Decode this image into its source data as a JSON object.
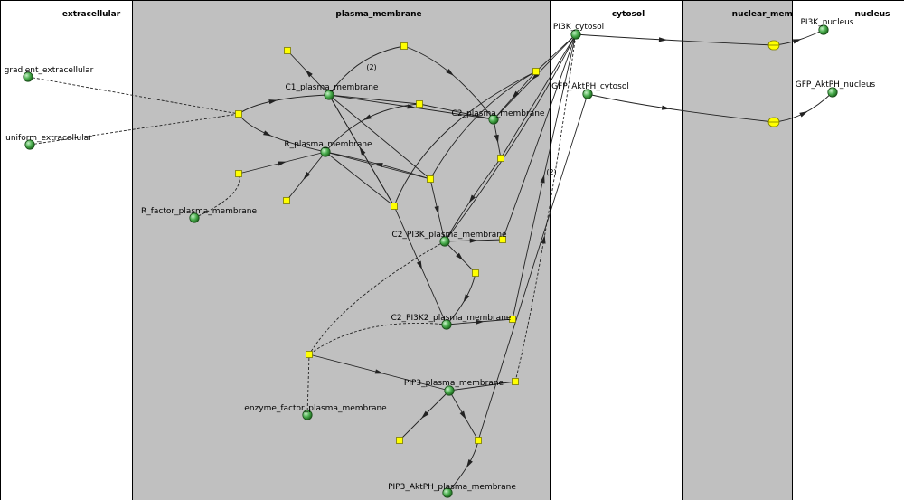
{
  "diagram": {
    "compartments": [
      {
        "id": "extracellular",
        "label": "extracellular",
        "fill": "#ffffff"
      },
      {
        "id": "plasma_membrane",
        "label": "plasma_membrane",
        "fill": "#c0c0c0"
      },
      {
        "id": "cytosol",
        "label": "cytosol",
        "fill": "#ffffff"
      },
      {
        "id": "nuclear_membrane",
        "label": "nuclear_membrane",
        "fill": "#c0c0c0"
      },
      {
        "id": "nucleus",
        "label": "nucleus",
        "fill": "#ffffff"
      }
    ],
    "species": [
      {
        "id": "gradient",
        "label": "gradient_extracellular"
      },
      {
        "id": "uniform",
        "label": "uniform_extracellular"
      },
      {
        "id": "C1",
        "label": "C1_plasma_membrane"
      },
      {
        "id": "C2",
        "label": "C2_plasma_membrane"
      },
      {
        "id": "R",
        "label": "R_plasma_membrane"
      },
      {
        "id": "Rfactor",
        "label": "R_factor_plasma_membrane"
      },
      {
        "id": "C2PI3K",
        "label": "C2_PI3K_plasma_membrane"
      },
      {
        "id": "C2PI3K2",
        "label": "C2_PI3K2_plasma_membrane"
      },
      {
        "id": "PIP3",
        "label": "PIP3_plasma_membrane"
      },
      {
        "id": "enzyme",
        "label": "enzyme_factor_plasma_membrane"
      },
      {
        "id": "PIP3AktPH",
        "label": "PIP3_AktPH_plasma_membrane"
      },
      {
        "id": "PI3Kcyt",
        "label": "PI3K_cytosol"
      },
      {
        "id": "GFPcyt",
        "label": "GFP_AktPH_cytosol"
      },
      {
        "id": "PI3Knuc",
        "label": "PI3K_nucleus"
      },
      {
        "id": "GFPnuc",
        "label": "GFP_AktPH_nucleus"
      }
    ],
    "stoichiometry_labels": [
      "(2)",
      "(2)"
    ],
    "colors": {
      "species_fill": "#4caf50",
      "species_highlight": "#c8f0c8",
      "species_stroke": "#1a4d1a",
      "reaction_fill": "#ffff00",
      "reaction_stroke": "#7a7a00",
      "edge": "#222222",
      "compartment_border": "#000000"
    }
  }
}
